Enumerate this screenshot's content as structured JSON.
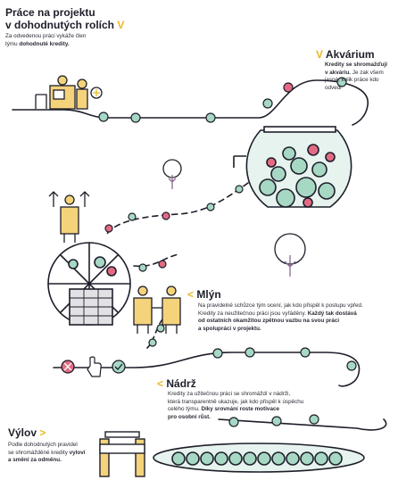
{
  "accent": "#e8b923",
  "colors": {
    "teal": "#a6d8c4",
    "red": "#e46a84",
    "purple": "#8a6a92",
    "line": "#1e1e2a"
  },
  "sections": {
    "prace": {
      "title_line1": "Práce na projektu",
      "title_line2": "v dohodnutých rolích",
      "chevron": "V",
      "text1": "Za odvedenou práci vykáže člen",
      "text2_plain": "týmu ",
      "text2_bold": "dohodnuté kredity."
    },
    "akvarium": {
      "chevron": "V",
      "title": "Akvárium",
      "bold1": "Kredity se shromažďují",
      "bold2": "v akváriu.",
      "text2_rest": " Je zak všem",
      "text3": "jasné, kolik práce kdo",
      "text4": "odvedl"
    },
    "mlyn": {
      "chevron": "<",
      "title": "Mlýn",
      "text1": "Na pravidelné schůzce tým ocení, jak kdo přispěl k postupu vpřed.",
      "text2_plain": "Kredity za neužitečnou práci jsou vyřáděny. ",
      "text2_bold": "Každý tak dostává",
      "bold3": "od ostatních okamžitou zpětnou vazbu na svou práci",
      "bold4": "a spolupráci v projektu."
    },
    "nadrz": {
      "chevron": "<",
      "title": "Nádrž",
      "text1": "Kredity za užitečnou práci se shromáždí v nádrži,",
      "text2": "která transparentně ukazuje, jak kdo přispěl k úspěchu",
      "text3_plain": "celého týmu. ",
      "text3_bold": "Díky srovnání roste motivace",
      "bold4": "pro osobní růst."
    },
    "vylov": {
      "title": "Výlov",
      "chevron": ">",
      "text1": "Podle dohodnutých pravidel",
      "text2_plain": "se shromážděné kredity ",
      "text2_bold": "vyloví",
      "bold3": "a smění za odměnu."
    }
  }
}
